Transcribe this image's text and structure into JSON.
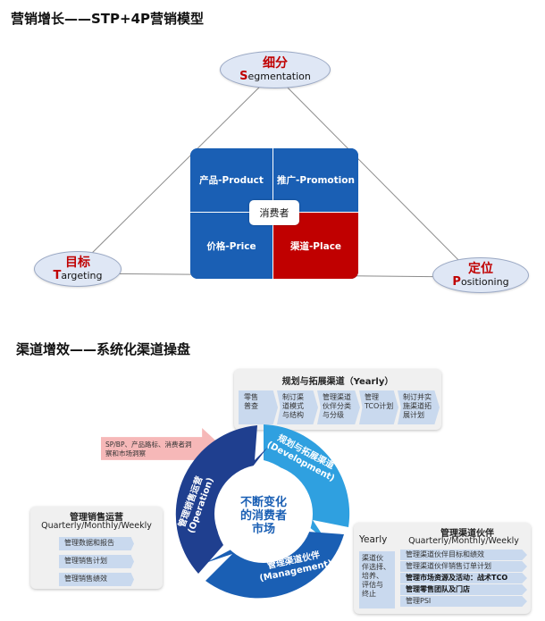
{
  "stp": {
    "title": "营销增长——STP+4P营销模型",
    "segmentation": {
      "cn": "细分",
      "initial": "S",
      "rest": "egmentation"
    },
    "targeting": {
      "cn": "目标",
      "initial": "T",
      "rest": "argeting"
    },
    "positioning": {
      "cn": "定位",
      "initial": "P",
      "rest": "ositioning"
    },
    "quadrants": {
      "product": "产品-Product",
      "promotion": "推广-Promotion",
      "price": "价格-Price",
      "place": "渠道-Place"
    },
    "center": "消费者"
  },
  "channel": {
    "title": "渠道增效——系统化渠道操盘",
    "planning": {
      "title": "规划与拓展渠道（Yearly）",
      "steps": [
        "零售\n普查",
        "制订渠\n道模式\n与结构",
        "管理渠道\n伙伴分类\n与分级",
        "管理\nTCO计划",
        "制订并实\n施渠道拓\n展计划"
      ]
    },
    "input_arrow": "SP/BP、产品路标、消费者洞\n察和市场洞察",
    "ops_panel": {
      "title": "管理销售运营",
      "subtitle": "Quarterly/Monthly/Weekly",
      "items": [
        "管理数据和报告",
        "管理销售计划",
        "管理销售绩效"
      ]
    },
    "partner_panel": {
      "title": "管理渠道伙伴",
      "yearly": "Yearly",
      "subtitle": "Quarterly/Monthly/Weekly",
      "left_box": "渠道伙\n伴选择、\n培养、\n评估与\n终止",
      "items": [
        "管理渠道伙伴目标和绩效",
        "管理渠道伙伴销售订单计划",
        "管理市场资源及活动：战术TCO",
        "管理零售团队及门店",
        "管理PSI"
      ]
    },
    "cycle": {
      "center": "不断变化\n的消费者\n市场",
      "development_cn": "规划与拓展渠道",
      "development_en": "(Development)",
      "operation_cn": "管理销售运营",
      "operation_en": "(Operation)",
      "management_cn": "管理渠道伙伴",
      "management_en": "(Management)"
    }
  },
  "colors": {
    "blue": "#1a5fb4",
    "red": "#c00000",
    "light_blue": "#2fa0e0",
    "navy": "#1f3f8f"
  }
}
